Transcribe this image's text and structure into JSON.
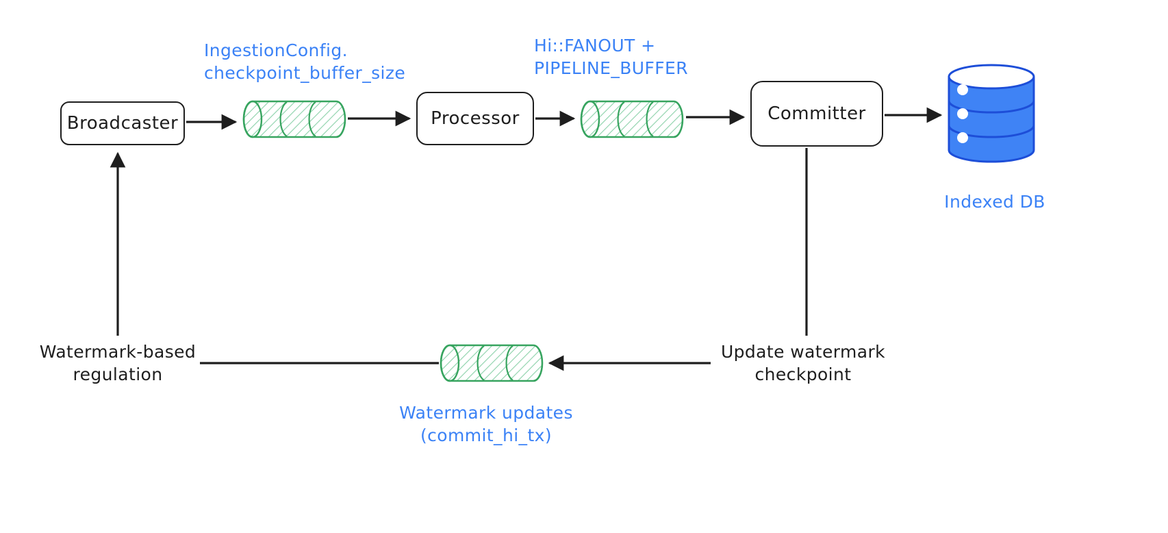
{
  "nodes": {
    "broadcaster": {
      "label": "Broadcaster"
    },
    "processor": {
      "label": "Processor"
    },
    "committer": {
      "label": "Committer"
    }
  },
  "annotations": {
    "buffer1": {
      "lines": [
        "IngestionConfig.",
        "checkpoint_buffer_size"
      ]
    },
    "buffer2": {
      "lines": [
        "Hi::FANOUT +",
        "PIPELINE_BUFFER"
      ]
    },
    "indexed_db": {
      "lines": [
        "Indexed DB"
      ]
    },
    "update_watermark": {
      "lines": [
        "Update watermark",
        "checkpoint"
      ]
    },
    "watermark_updates": {
      "lines": [
        "Watermark updates",
        "(commit_hi_tx)"
      ]
    },
    "regulation": {
      "lines": [
        "Watermark-based",
        "regulation"
      ]
    }
  },
  "icons": {
    "queue1": "queue-cylinder-icon",
    "queue2": "queue-cylinder-icon",
    "queue3": "queue-cylinder-icon",
    "database": "database-icon",
    "arrowhead": "arrow-icon"
  },
  "colors": {
    "annotation_blue": "#3b82f6",
    "db_fill": "#3f83f5",
    "db_stroke": "#1d4ed8",
    "queue_green": "#37a45f",
    "queue_hatch_green": "#8fd3ac",
    "ink": "#1e1e1e",
    "background": "#ffffff"
  }
}
